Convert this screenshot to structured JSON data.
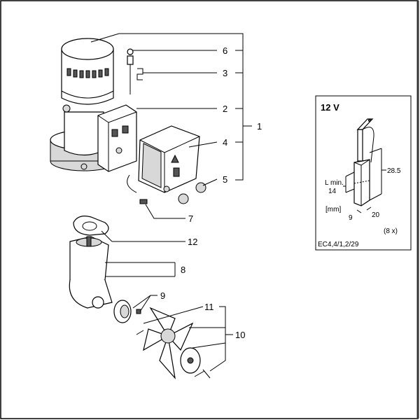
{
  "callouts": {
    "c1": "1",
    "c2": "2",
    "c3": "3",
    "c4": "4",
    "c5": "5",
    "c6": "6",
    "c7": "7",
    "c8": "8",
    "c9": "9",
    "c10": "10",
    "c11": "11",
    "c12": "12"
  },
  "inset": {
    "title": "12 V",
    "dim_length": "28.5",
    "lmin_label": "L min.",
    "lmin_value": "14",
    "unit": "[mm]",
    "dim_thickness": "9",
    "dim_width": "20",
    "quantity": "(8 x)",
    "reference": "EC4,4/1,2/29"
  }
}
